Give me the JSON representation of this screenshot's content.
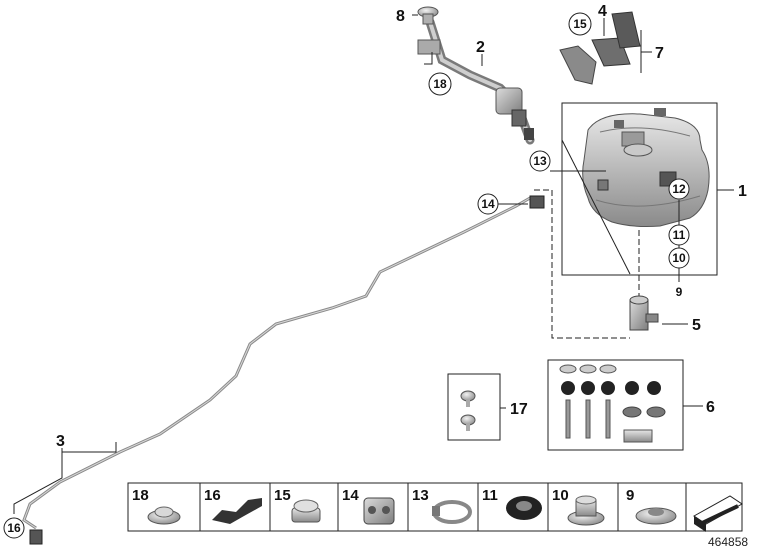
{
  "diagram": {
    "reference_number": "464858",
    "callouts": {
      "c1": "1",
      "c2": "2",
      "c3": "3",
      "c4": "4",
      "c5": "5",
      "c6": "6",
      "c7": "7",
      "c8": "8",
      "c9": "9",
      "c10": "10",
      "c11": "11",
      "c12": "12",
      "c13": "13",
      "c14": "14",
      "c15": "15",
      "c16": "16",
      "c17": "17",
      "c18": "18"
    },
    "footer_strip": [
      "18",
      "16",
      "15",
      "14",
      "13",
      "11",
      "10",
      "9"
    ]
  }
}
